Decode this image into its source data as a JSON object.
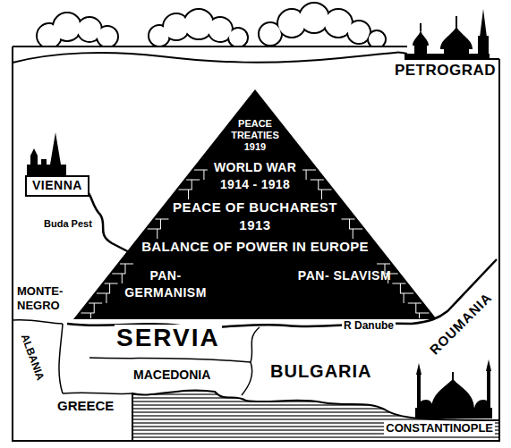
{
  "diagram": {
    "nodes": [
      {
        "text": [
          "PEACE TREATIES 1919",
          "WORLD WAR 1914 - 1918",
          "PEACE OF BUCHAREST 1913",
          "BALANCE OF POWER IN EUROPE",
          "PAN- GERMANISM",
          "PAN- SLAVISM"
        ]
      },
      {
        "text": [
          "VIENNA"
        ]
      }
    ],
    "labels": [
      "PETROGRAD",
      "Buda Pest",
      "MONTE- NEGRO",
      "SERVIA",
      "R Danube",
      "ROUMANIA",
      "ALBANIA",
      "MACEDONIA",
      "BULGARIA",
      "GREECE",
      "CONSTANTINOPLE"
    ]
  }
}
